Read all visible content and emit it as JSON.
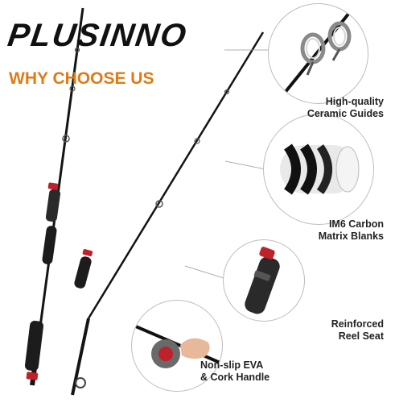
{
  "brand": {
    "name": "PLUSINNO"
  },
  "tagline": "WHY CHOOSE US",
  "features": [
    {
      "label": "High-quality\nCeramic Guides",
      "icon": "ceramic-guides-icon"
    },
    {
      "label": "IM6 Carbon\nMatrix Blanks",
      "icon": "carbon-blank-icon"
    },
    {
      "label": "Reinforced\nReel Seat",
      "icon": "reel-seat-icon"
    },
    {
      "label": "Non-slip EVA\n& Cork Handle",
      "icon": "handle-grip-icon"
    }
  ],
  "colors": {
    "accent": "#e07a14",
    "rod": "#141414",
    "trim": "#c0202a",
    "text": "#222222"
  }
}
